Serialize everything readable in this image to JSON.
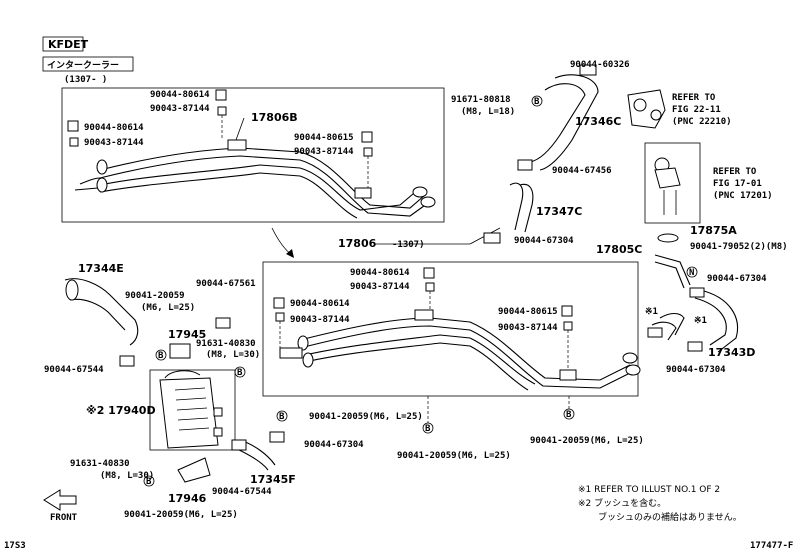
{
  "header": {
    "engine_code": "KFDET",
    "section_title": "インタークーラー",
    "date_range": "(1307-      )"
  },
  "labels": {
    "p17806B": "17806B",
    "p17806": "17806",
    "p17806_range": "-1307)",
    "p17346C": "17346C",
    "p17347C": "17347C",
    "p17875A": "17875A",
    "p17805C": "17805C",
    "p17344E": "17344E",
    "p17945": "17945",
    "p17940D": "※2 17940D",
    "p17946": "17946",
    "p17345F": "17345F",
    "p17343D": "17343D",
    "inset_80614_a": "90044-80614",
    "inset_87144_a": "90043-87144",
    "inset_80614_b": "90044-80614",
    "inset_87144_b": "90043-87144",
    "inset_80615": "90044-80615",
    "inset_87144_c": "90043-87144",
    "m_80614_a": "90044-80614",
    "m_87144_a": "90043-87144",
    "m_80614_b": "90044-80614",
    "m_87144_b": "90043-87144",
    "m_80615": "90044-80615",
    "m_87144_c": "90043-87144",
    "c_60326": "90044-60326",
    "c_80818": "91671-80818",
    "c_80818_spec": "(M8, L=18)",
    "c_67456": "90044-67456",
    "c_67304_a": "90044-67304",
    "c_79052": "90041-79052(2)(M8)",
    "c_67304_b": "90044-67304",
    "c_67304_c": "90044-67304",
    "l_20059_a": "90041-20059",
    "l_20059_a_spec": "(M6, L=25)",
    "l_67561": "90044-67561",
    "l_40830_a": "91631-40830",
    "l_40830_a_spec": "(M8, L=30)",
    "l_67544_a": "90044-67544",
    "l_40830_b": "91631-40830",
    "l_40830_b_spec": "(M8, L=30)",
    "l_67544_b": "90044-67544",
    "l_20059_b": "90041-20059(M6, L=25)",
    "b_20059_c": "90041-20059(M6, L=25)",
    "b_67304": "90044-67304",
    "b_20059_d": "90041-20059(M6, L=25)",
    "b_20059_e": "90041-20059(M6, L=25)",
    "refer1_a": "REFER TO",
    "refer1_b": "FIG 22-11",
    "refer1_c": "(PNC 22210)",
    "refer2_a": "REFER TO",
    "refer2_b": "FIG 17-01",
    "refer2_c": "(PNC 17201)",
    "mark_x1_a": "※1",
    "mark_x1_b": "※1",
    "marker_b": "B",
    "marker_n": "N",
    "front": "FRONT"
  },
  "notes": {
    "note1": "※1 REFER TO ILLUST NO.1 OF 2",
    "note2": "※2 ブッシュを含む。",
    "note3": "ブッシュのみの補給はありません。"
  },
  "footer": {
    "left_code": "17S3",
    "right_code": "177477-F"
  }
}
